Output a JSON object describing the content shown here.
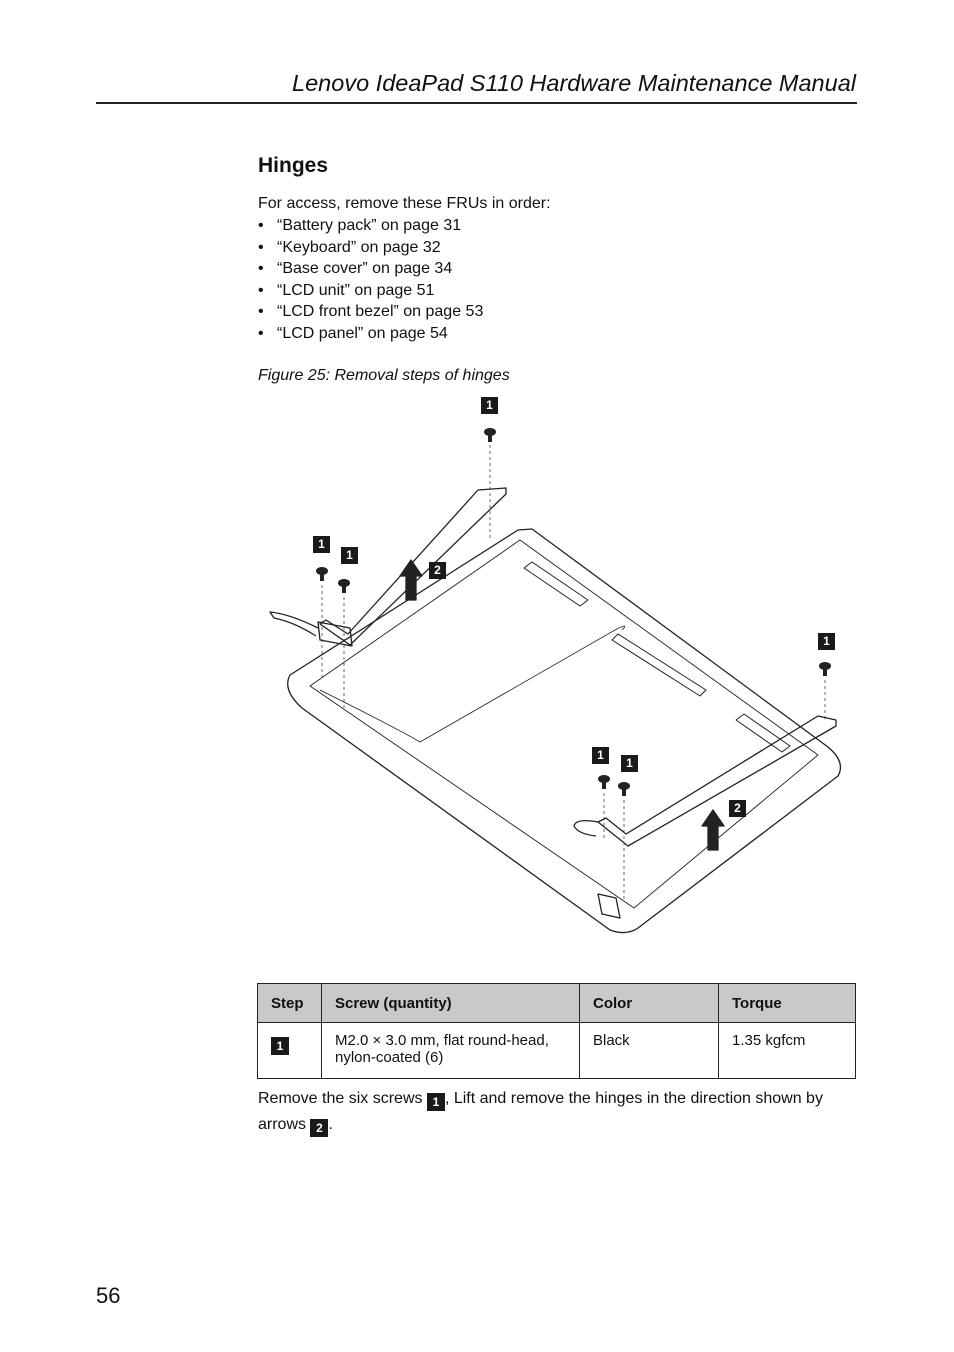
{
  "header": {
    "title": "Lenovo IdeaPad S110 Hardware Maintenance Manual"
  },
  "section": {
    "title": "Hinges",
    "intro": "For access, remove these FRUs in order:",
    "bullet": "•",
    "frus": [
      "“Battery pack” on page 31",
      "“Keyboard” on page 32",
      "“Base cover” on page 34",
      "“LCD unit” on page 51",
      "“LCD front bezel” on page 53",
      "“LCD panel” on page 54"
    ]
  },
  "figure": {
    "caption": "Figure 25: Removal steps of hinges",
    "callouts": [
      "1",
      "1",
      "1",
      "2",
      "1",
      "1",
      "1",
      "2"
    ]
  },
  "table": {
    "headers": [
      "Step",
      "Screw (quantity)",
      "Color",
      "Torque"
    ],
    "rows": [
      {
        "step": "1",
        "screw": "M2.0 × 3.0 mm, flat round-head, nylon-coated (6)",
        "color": "Black",
        "torque": "1.35 kgfcm"
      }
    ]
  },
  "instruction": {
    "part1": "Remove the six screws",
    "badge1": "1",
    "part2": ", Lift and remove the hinges in the direction shown by arrows",
    "badge2": "2",
    "part3": "."
  },
  "page_number": "56"
}
